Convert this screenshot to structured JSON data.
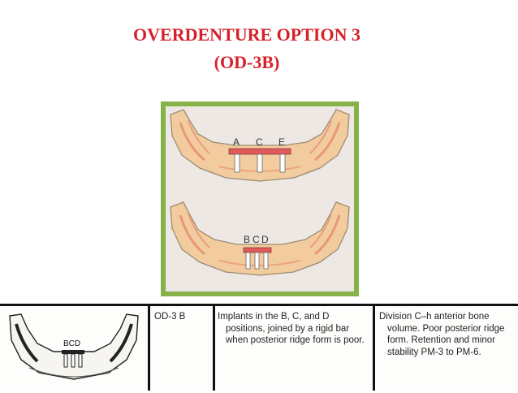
{
  "title": {
    "line1": "OVERDENTURE OPTION 3",
    "line2": "(OD-3B)"
  },
  "figure": {
    "top_labels": [
      "A",
      "C",
      "E"
    ],
    "bottom_labels": [
      "B",
      "C",
      "D"
    ],
    "bar_color": "#e05a5a",
    "bone_color": "#f2cc9e"
  },
  "table": {
    "thumb_labels": "BCD",
    "code": "OD-3 B",
    "description": "Implants in the B, C, and D positions, joined by a rigid bar when posterior ridge form is poor.",
    "division": "Division C–h anterior bone volume. Poor posterior ridge form. Retention and minor stability PM-3 to PM-6."
  },
  "colors": {
    "title": "#d6212a",
    "frame": "#86b24a"
  }
}
